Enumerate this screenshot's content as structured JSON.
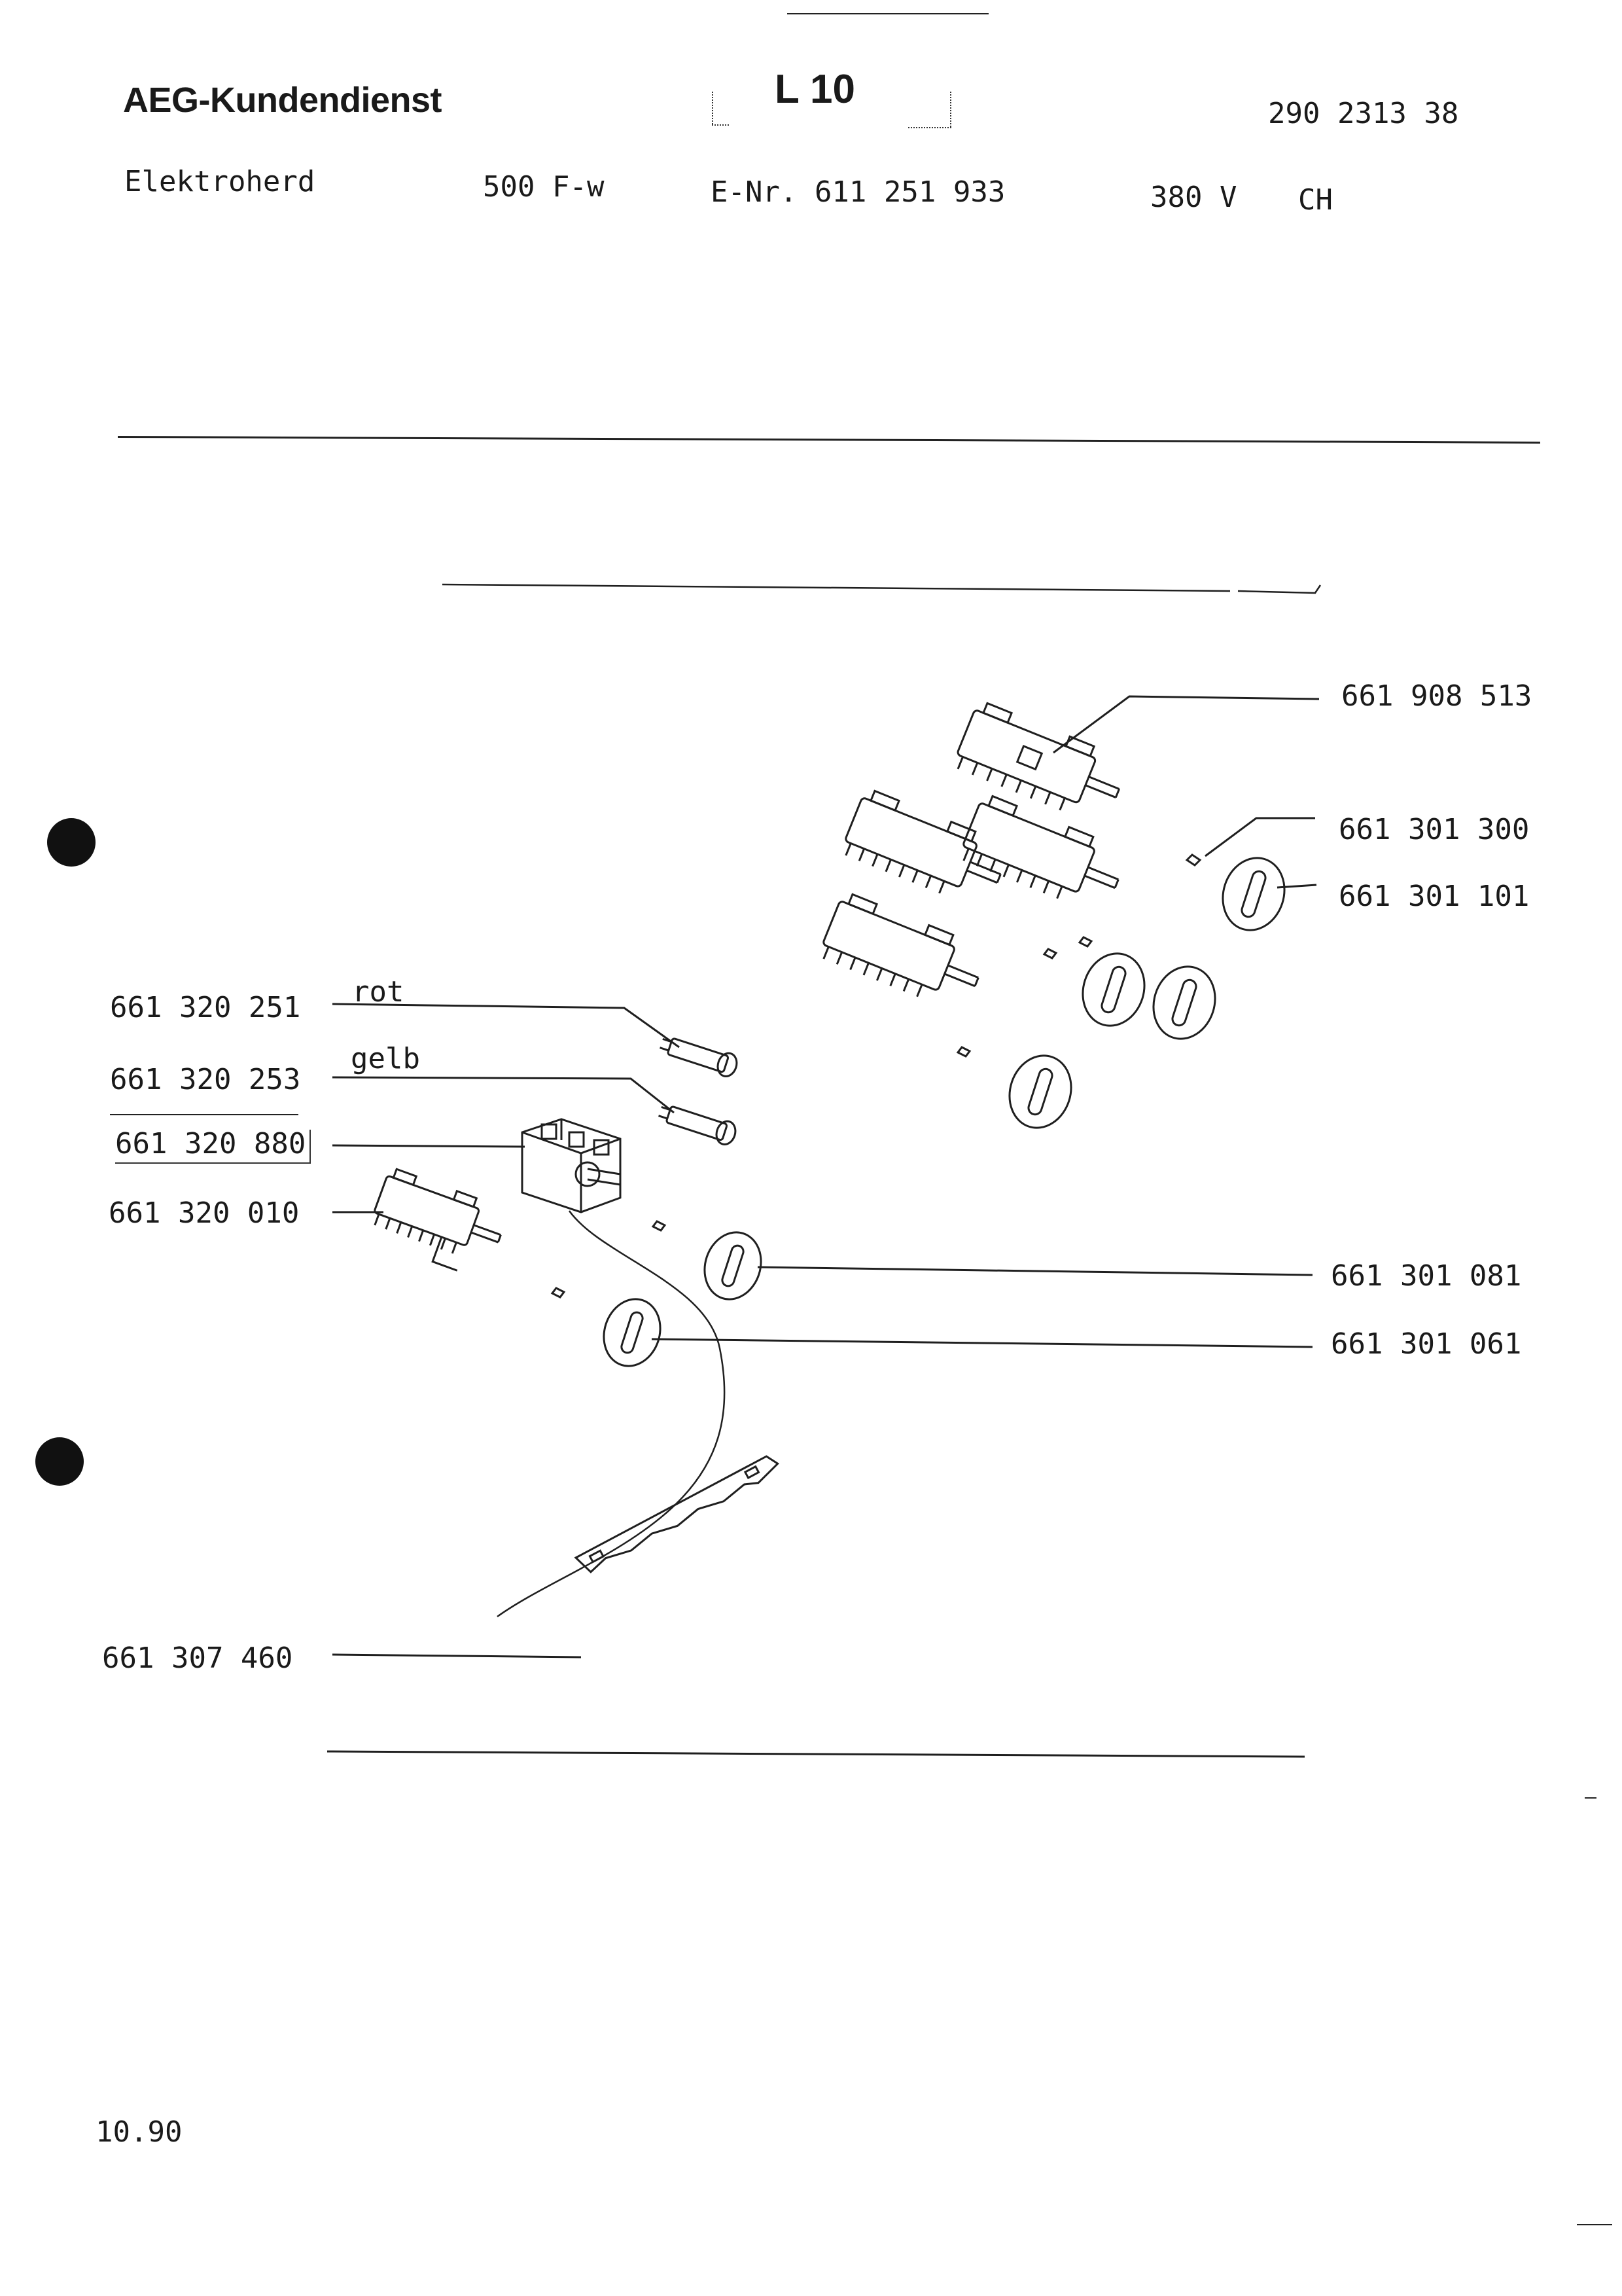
{
  "header": {
    "brand": "AEG-Kundendienst",
    "sheet_id": "L 10",
    "doc_number": "290 2313 38",
    "appliance": "Elektroherd",
    "model": "500 F-w",
    "enr": "E-Nr. 611 251 933",
    "voltage": "380 V",
    "country": "CH"
  },
  "parts": {
    "p661908513": "661 908 513",
    "p661301300": "661 301 300",
    "p661301101": "661 301 101",
    "p661320251": "661 320 251",
    "p661320253": "661 320 253",
    "p661320880": "661 320 880",
    "p661320010": "661 320 010",
    "p661301081": "661 301 081",
    "p661301061": "661 301 061",
    "p661307460": "661 307 460"
  },
  "wire_labels": {
    "rot": "rot",
    "gelb": "gelb"
  },
  "footer": {
    "date": "10.90"
  },
  "colors": {
    "ink": "#1a1a1a",
    "paper": "#ffffff"
  }
}
